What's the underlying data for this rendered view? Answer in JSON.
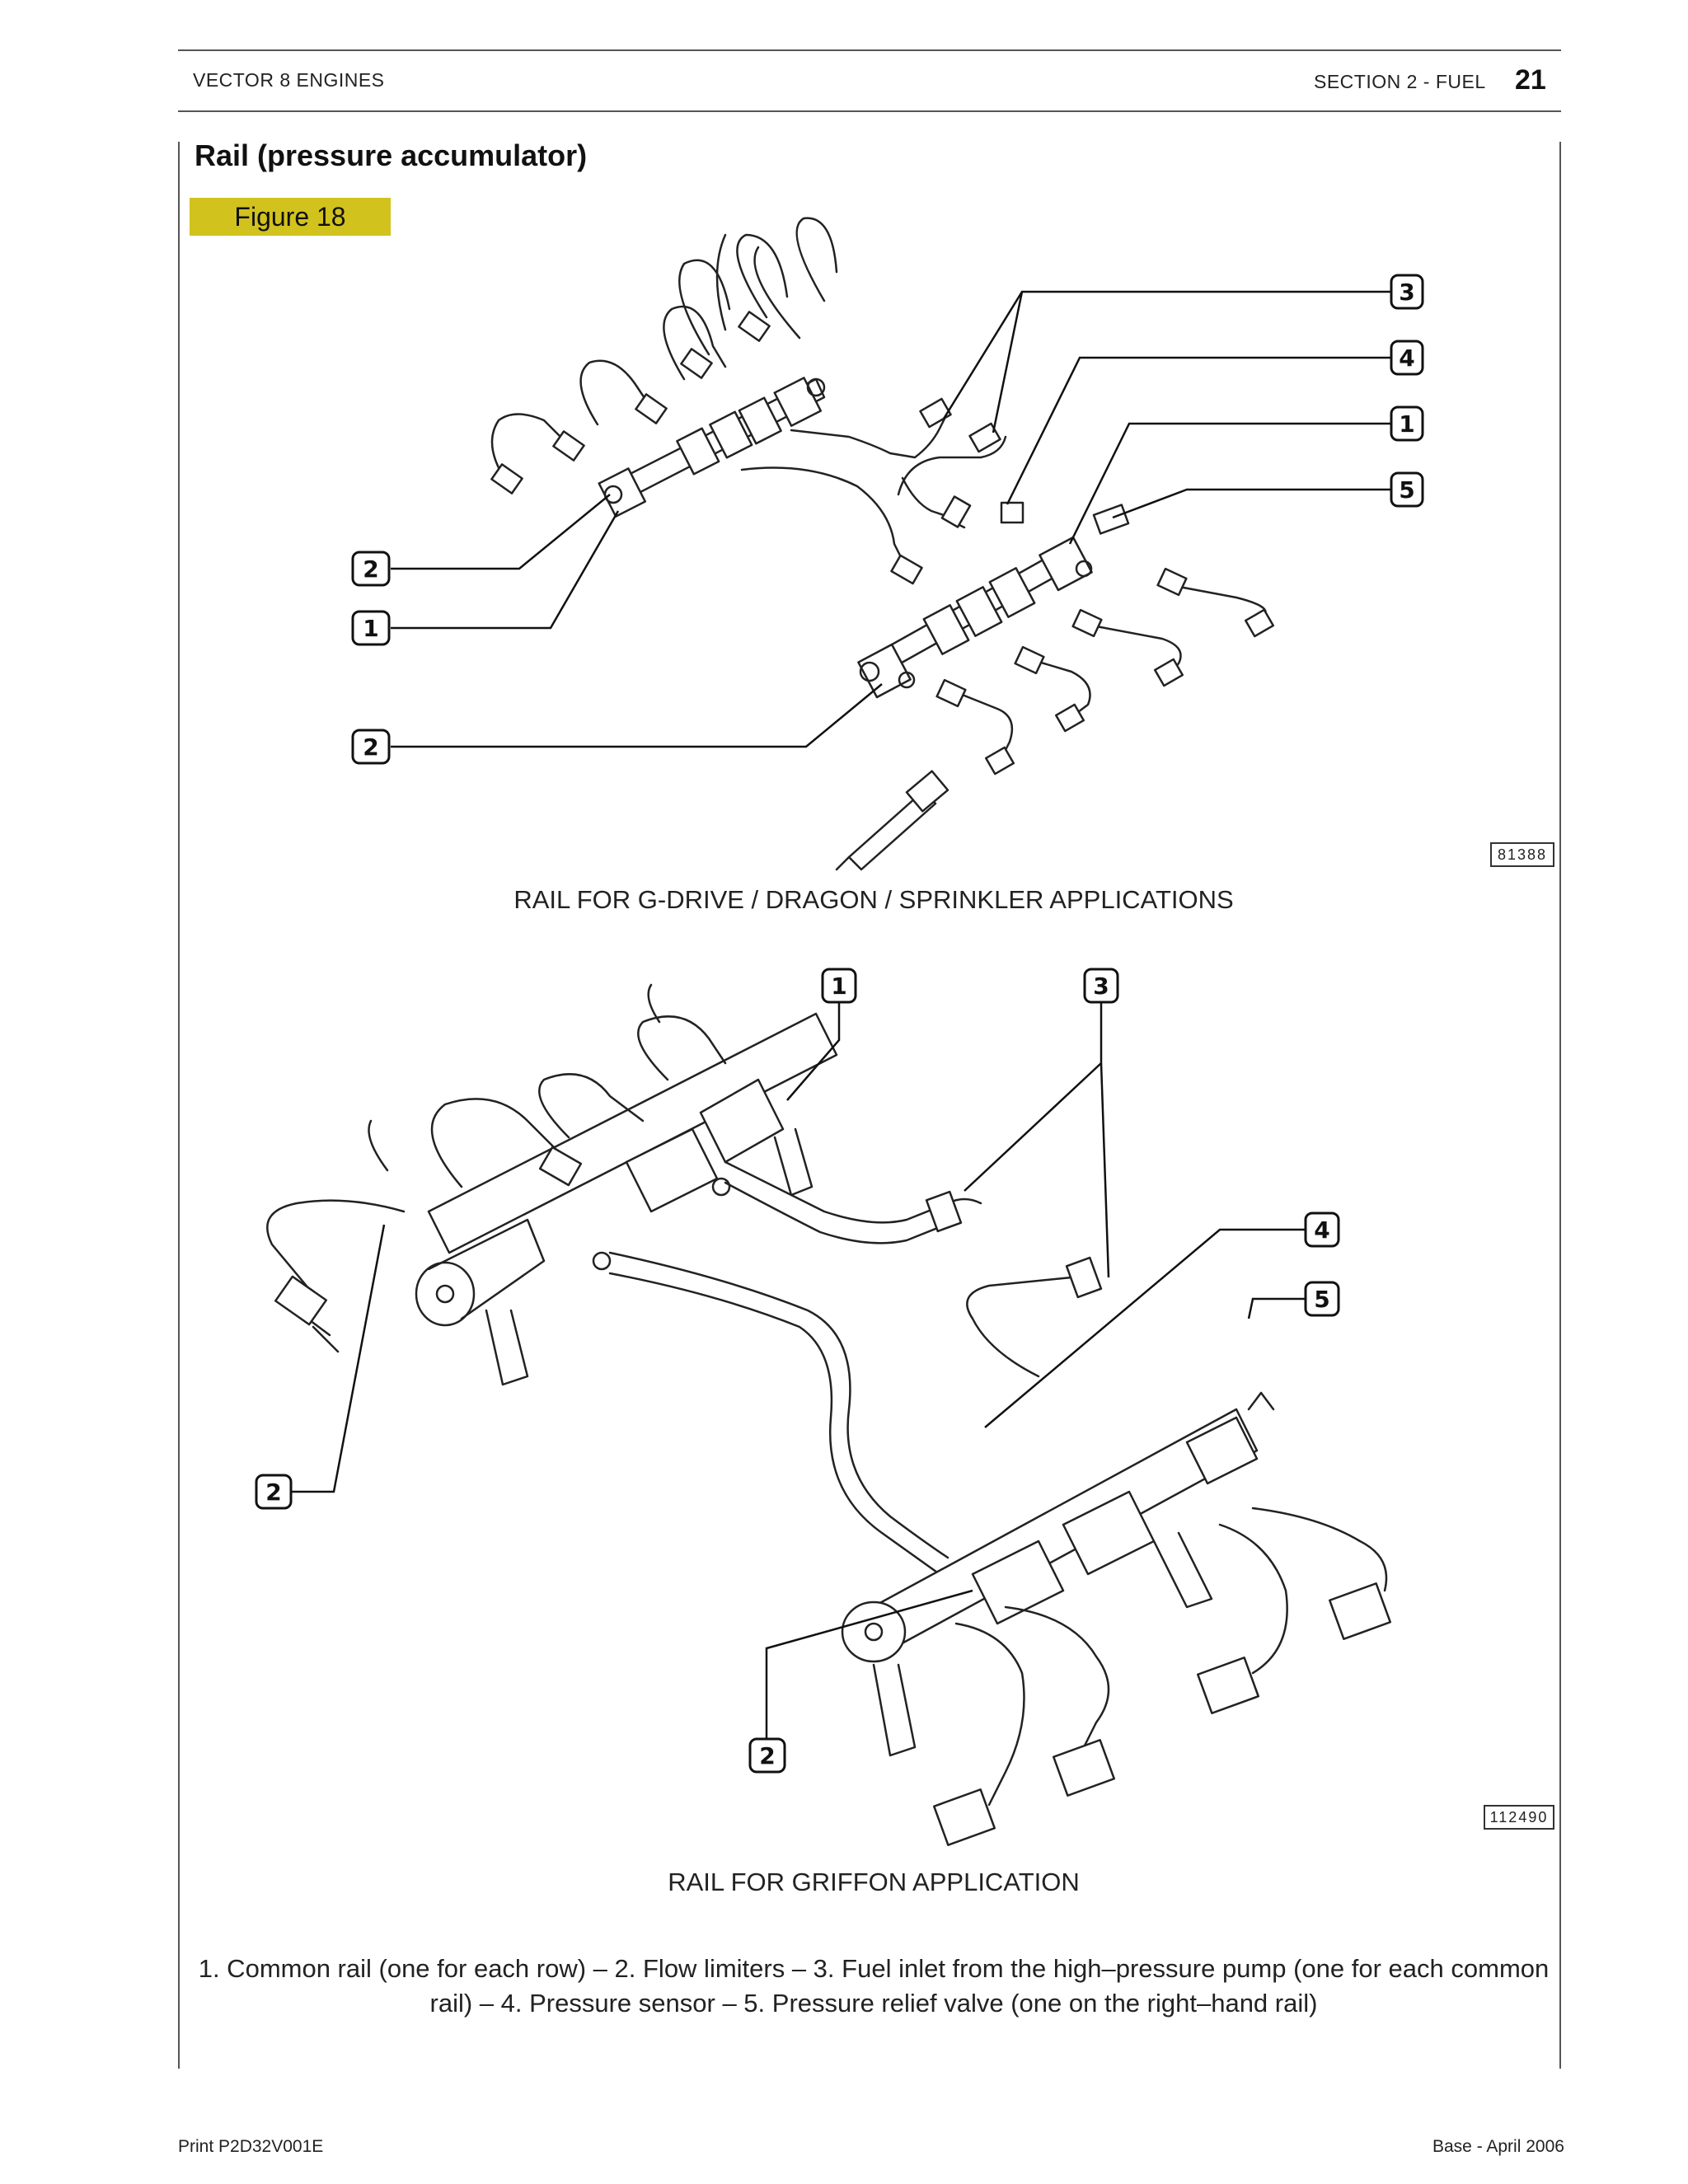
{
  "header": {
    "left": "VECTOR 8 ENGINES",
    "section": "SECTION 2 - FUEL",
    "page_number": "21"
  },
  "title": "Rail (pressure accumulator)",
  "figure_label": "Figure 18",
  "figure_top": {
    "callouts": [
      "3",
      "4",
      "1",
      "5",
      "2",
      "1",
      "2"
    ],
    "reference": "81388",
    "caption": "RAIL FOR G-DRIVE / DRAGON / SPRINKLER APPLICATIONS"
  },
  "figure_bottom": {
    "callouts": [
      "1",
      "3",
      "4",
      "5",
      "2",
      "2"
    ],
    "reference": "112490",
    "caption": "RAIL FOR GRIFFON APPLICATION"
  },
  "legend": {
    "line1": "1. Common rail (one for each row) – 2. Flow limiters – 3. Fuel inlet from the high–pressure pump (one for each common",
    "line2": "rail) – 4. Pressure sensor – 5. Pressure relief valve (one on the right–hand rail)"
  },
  "footer": {
    "left": "Print P2D32V001E",
    "right": "Base - April 2006"
  },
  "colors": {
    "figure_tag": "#d1c21e",
    "rule": "#555555"
  }
}
